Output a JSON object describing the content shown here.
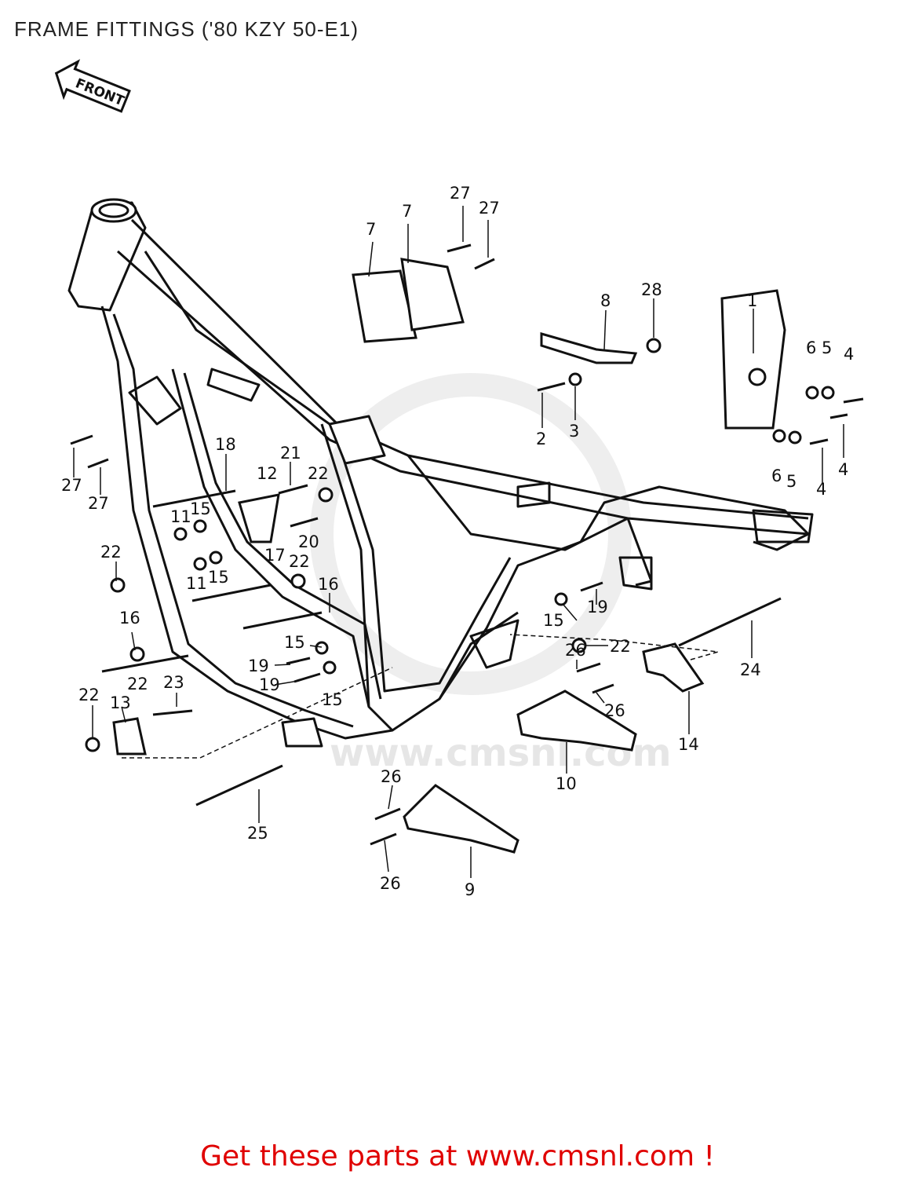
{
  "title": "FRAME FITTINGS ('80 KZY 50-E1)",
  "front_label": "FRONT",
  "watermark": "www.cmsnl.com",
  "footer": "Get these parts at www.cmsnl.com !",
  "colors": {
    "footer": "#e00000",
    "line": "#111111",
    "watermark": "#e6e6e6"
  },
  "part_labels": [
    "27",
    "7",
    "27",
    "7",
    "8",
    "28",
    "1",
    "6",
    "5",
    "4",
    "2",
    "3",
    "4",
    "6",
    "5",
    "4",
    "27",
    "27",
    "18",
    "21",
    "12",
    "22",
    "15",
    "11",
    "20",
    "22",
    "17",
    "22",
    "15",
    "11",
    "16",
    "16",
    "15",
    "19",
    "19",
    "22",
    "15",
    "23",
    "22",
    "13",
    "15",
    "19",
    "22",
    "26",
    "26",
    "24",
    "14",
    "10",
    "25",
    "26",
    "26",
    "9"
  ]
}
